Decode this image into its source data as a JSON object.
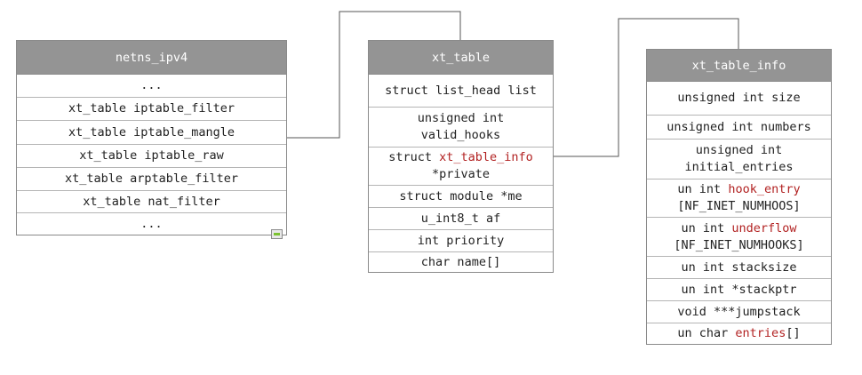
{
  "netns_ipv4": {
    "title": "netns_ipv4",
    "rows": [
      "...",
      "xt_table iptable_filter",
      "xt_table iptable_mangle",
      "xt_table iptable_raw",
      "xt_table arptable_filter",
      "xt_table nat_filter",
      "..."
    ]
  },
  "xt_table": {
    "title": "xt_table",
    "rows": [
      {
        "pre": "struct list_head list",
        "hl": "",
        "post": "",
        "line2": ""
      },
      {
        "pre": "unsigned int",
        "hl": "",
        "post": "",
        "line2": "valid_hooks"
      },
      {
        "pre": "struct ",
        "hl": "xt_table_info",
        "post": "",
        "line2": "*private"
      },
      {
        "pre": "struct module *me",
        "hl": "",
        "post": "",
        "line2": ""
      },
      {
        "pre": "u_int8_t af",
        "hl": "",
        "post": "",
        "line2": ""
      },
      {
        "pre": "int priority",
        "hl": "",
        "post": "",
        "line2": ""
      },
      {
        "pre": "char name[]",
        "hl": "",
        "post": "",
        "line2": ""
      }
    ]
  },
  "xt_table_info": {
    "title": "xt_table_info",
    "rows": [
      {
        "pre": "unsigned int size",
        "hl": "",
        "post": "",
        "line2": ""
      },
      {
        "pre": "unsigned int numbers",
        "hl": "",
        "post": "",
        "line2": ""
      },
      {
        "pre": "unsigned int",
        "hl": "",
        "post": "",
        "line2": "initial_entries"
      },
      {
        "pre": "un int ",
        "hl": "hook_entry",
        "post": "",
        "line2": "[NF_INET_NUMHOOS]"
      },
      {
        "pre": "un int ",
        "hl": "underflow",
        "post": "",
        "line2": "[NF_INET_NUMHOOKS]"
      },
      {
        "pre": "un int stacksize",
        "hl": "",
        "post": "",
        "line2": ""
      },
      {
        "pre": "un int *stackptr",
        "hl": "",
        "post": "",
        "line2": ""
      },
      {
        "pre": "void ***jumpstack",
        "hl": "",
        "post": "",
        "line2": ""
      },
      {
        "pre": "un char ",
        "hl": "entries",
        "post": "[]",
        "line2": ""
      }
    ]
  },
  "colors": {
    "header_bg": "#949494",
    "highlight": "#b22222",
    "line": "#555555"
  }
}
